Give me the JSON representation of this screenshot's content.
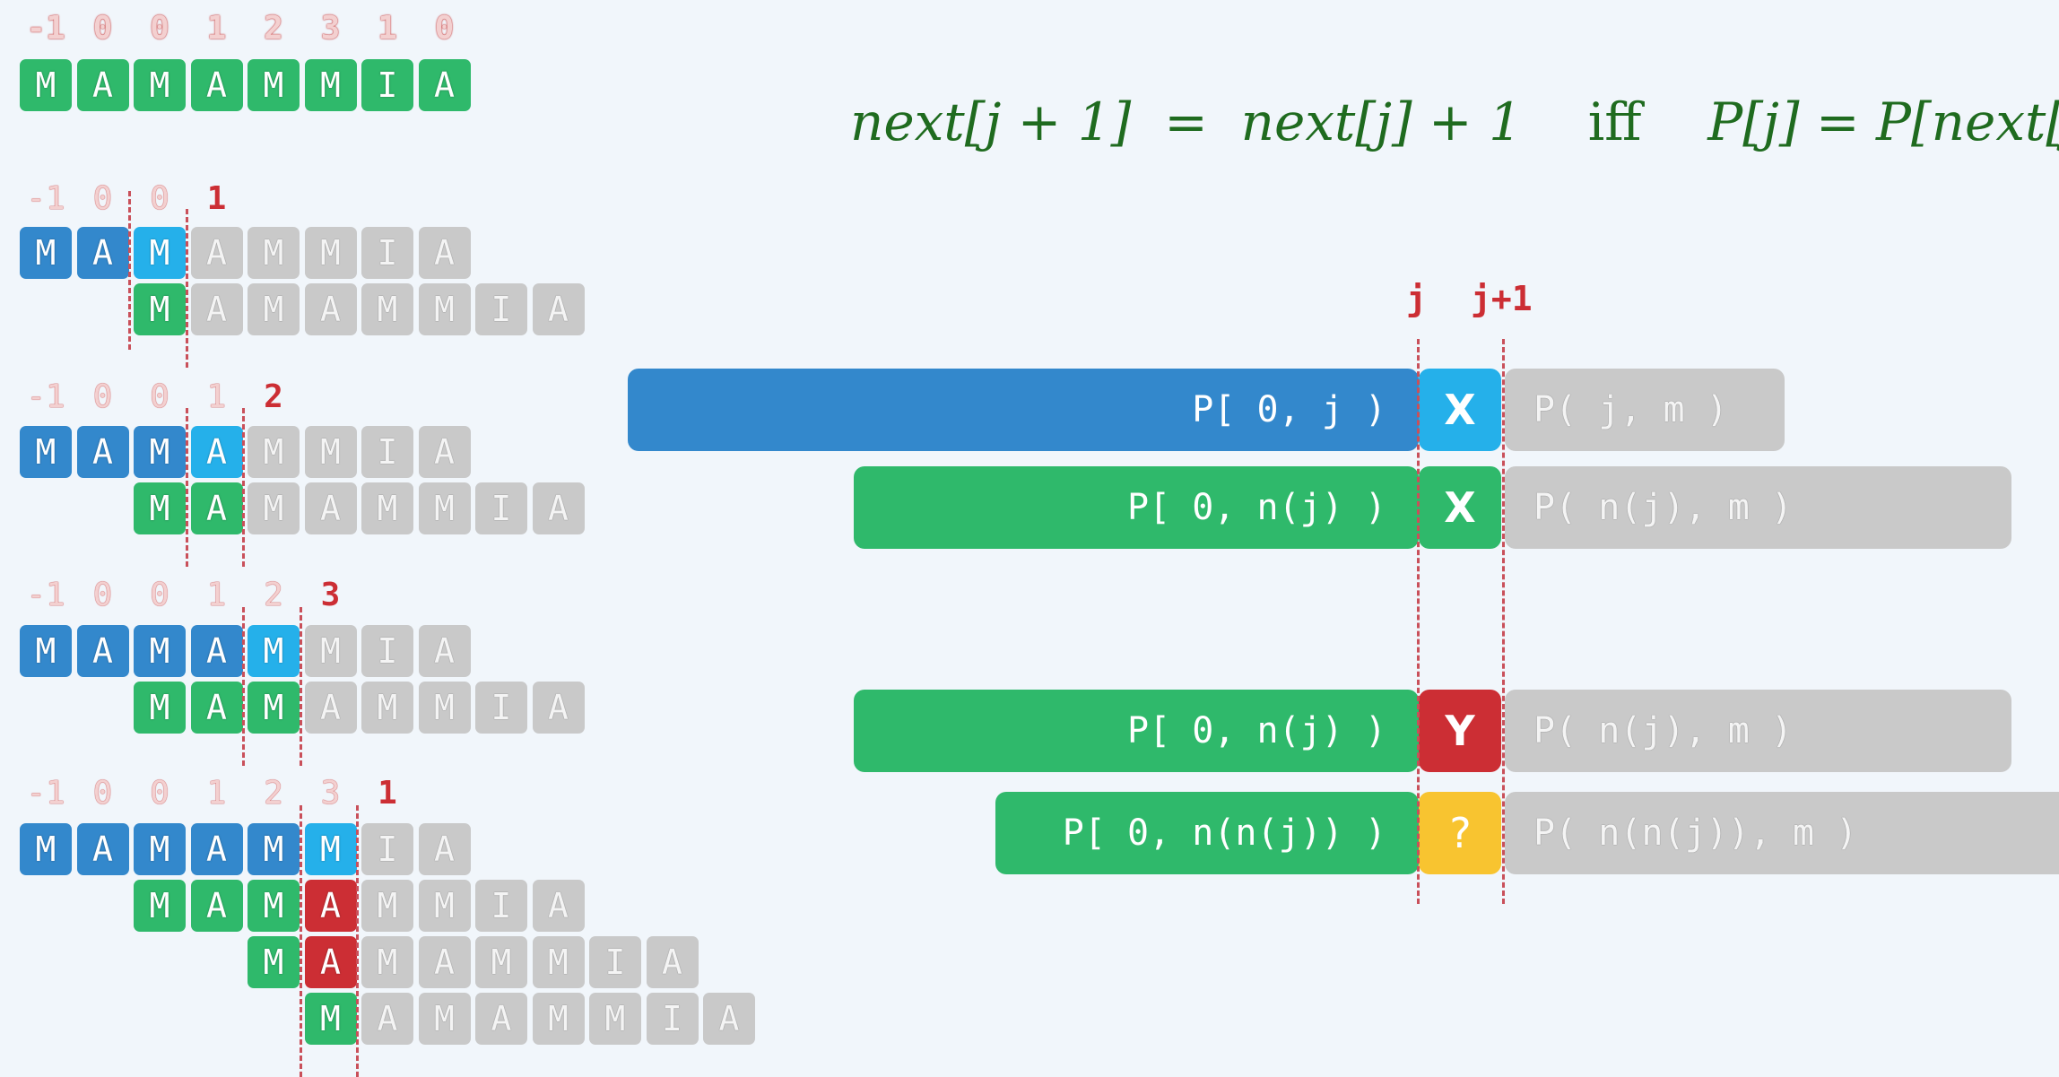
{
  "top": {
    "numbers": [
      "-1",
      "0",
      "0",
      "1",
      "2",
      "3",
      "1",
      "0"
    ],
    "letters": [
      "M",
      "A",
      "M",
      "A",
      "M",
      "M",
      "I",
      "A"
    ]
  },
  "steps": [
    {
      "numbers": [
        "-1",
        "0",
        "0"
      ],
      "new_number": "1",
      "pattern": [
        "M",
        "A",
        "M",
        "A",
        "M",
        "M",
        "I",
        "A"
      ],
      "shifted": [
        "M",
        "A",
        "M",
        "A",
        "M",
        "M",
        "I",
        "A"
      ]
    },
    {
      "numbers": [
        "-1",
        "0",
        "0",
        "1"
      ],
      "new_number": "2",
      "pattern": [
        "M",
        "A",
        "M",
        "A",
        "M",
        "M",
        "I",
        "A"
      ],
      "shifted": [
        "M",
        "A",
        "M",
        "A",
        "M",
        "M",
        "I",
        "A"
      ]
    },
    {
      "numbers": [
        "-1",
        "0",
        "0",
        "1",
        "2"
      ],
      "new_number": "3",
      "pattern": [
        "M",
        "A",
        "M",
        "A",
        "M",
        "M",
        "I",
        "A"
      ],
      "shifted": [
        "M",
        "A",
        "M",
        "A",
        "M",
        "M",
        "I",
        "A"
      ]
    },
    {
      "numbers": [
        "-1",
        "0",
        "0",
        "1",
        "2",
        "3"
      ],
      "new_number": "1",
      "pattern": [
        "M",
        "A",
        "M",
        "A",
        "M",
        "M",
        "I",
        "A"
      ],
      "shifted1": [
        "M",
        "A",
        "M",
        "A",
        "M",
        "M",
        "I",
        "A"
      ],
      "shifted2": [
        "M",
        "A",
        "M",
        "A",
        "M",
        "M",
        "I",
        "A"
      ],
      "shifted3": [
        "M",
        "A",
        "M",
        "A",
        "M",
        "M",
        "I",
        "A"
      ]
    }
  ],
  "formula": {
    "lhs": "next[j + 1]",
    "eq": "=",
    "rhs": "next[j] + 1",
    "iff": "iff",
    "cond": "P[j] = P[next[j]]"
  },
  "labels": {
    "j": "j",
    "j1": "j+1"
  },
  "bars": {
    "row1": {
      "prefix": "P[ 0, j )",
      "char": "X",
      "suffix": "P( j, m )"
    },
    "row2": {
      "prefix": "P[ 0, n(j) )",
      "char": "X",
      "suffix": "P( n(j), m )"
    },
    "row3": {
      "prefix": "P[ 0, n(j) )",
      "char": "Y",
      "suffix": "P( n(j), m )"
    },
    "row4": {
      "prefix": "P[ 0, n(n(j)) )",
      "char": "?",
      "suffix": "P( n(n(j)), m )"
    }
  },
  "colors": {
    "green": "#2fb96b",
    "blue": "#3388cc",
    "cyan": "#25b0ea",
    "red": "#cc2e34",
    "grey": "#c9c9c9",
    "yellow": "#f8c430",
    "formula": "#1f6b1f",
    "background": "#f1f6fb"
  }
}
